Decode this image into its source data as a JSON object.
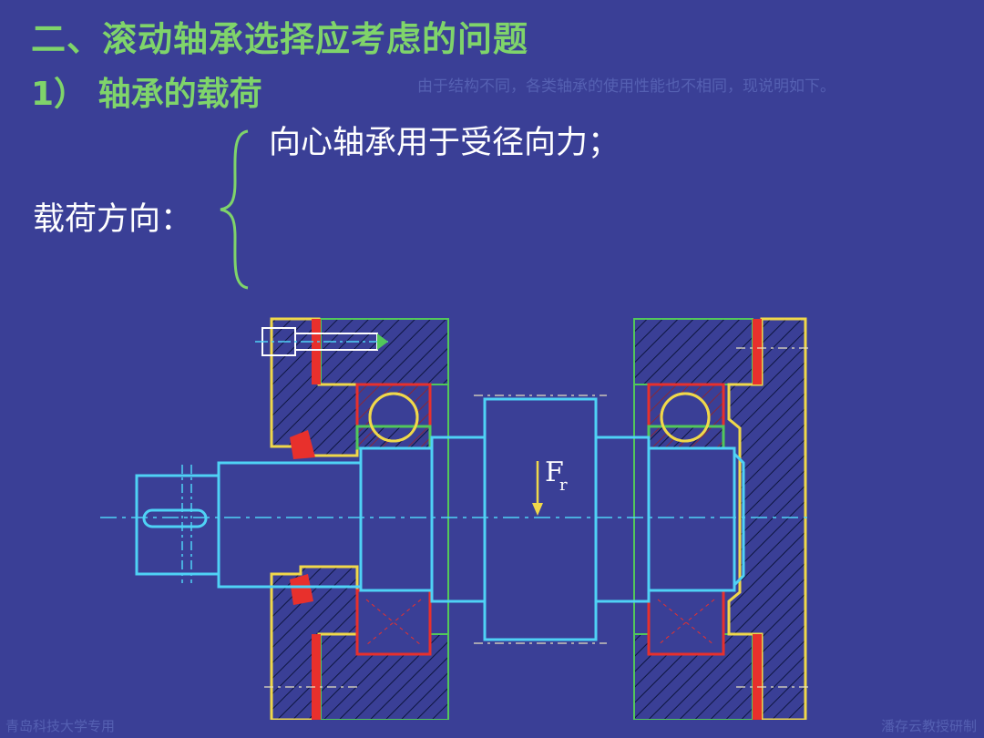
{
  "slide": {
    "title": "二、滚动轴承选择应考虑的问题",
    "subtitle": "1） 轴承的载荷",
    "faint_note": "由于结构不同，各类轴承的使用性能也不相同，现说明如下。",
    "radial_bearing_text": "向心轴承用于受径向力；",
    "load_direction_label": "载荷方向："
  },
  "diagram": {
    "force_label": "F",
    "force_subscript": "r"
  },
  "footer": {
    "left": "青岛科技大学专用",
    "right": "潘存云教授研制"
  },
  "colors": {
    "background": "#3a3f96",
    "title": "#7fd46a",
    "shaft": "#4fd2f5",
    "housing": "#f0d84a",
    "bearing": "#e8302c",
    "inner_ring": "#52c85a",
    "hatch": "#101a40"
  }
}
